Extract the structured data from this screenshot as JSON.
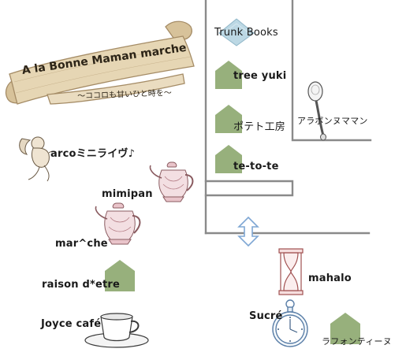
{
  "banner": {
    "title": "A la Bonne Maman marche",
    "subtitle": "〜ココロも甘いひと時を〜"
  },
  "shops": {
    "trunk_books": "Trunk Books",
    "tree_yuki": "tree yuki",
    "potete_kobo": "ポテト工房",
    "te_to_te": "te-to-te",
    "arabon": "アラボンヌママン",
    "arco": "arcoミニライヴ♪",
    "mimipan": "mimipan",
    "marche": "mar^che",
    "raison": "raison d*etre",
    "joyce": "Joyce café",
    "mahalo": "mahalo",
    "sucre": "Sucré",
    "lafontine": "ラフォンティーヌ"
  },
  "icons": {
    "green_tent": "house-icon",
    "blue_tent": "house-icon",
    "teapot": "teapot-icon",
    "cherub": "cherub-icon",
    "spoon": "spoon-icon",
    "hourglass": "hourglass-icon",
    "pocket_watch": "pocket-watch-icon",
    "coffee_cup": "coffee-cup-icon",
    "arrow": "double-arrow-icon"
  },
  "colors": {
    "tent_green": "#97b07c",
    "tent_blue": "#bcd8e4",
    "wall": "#8a8a8a",
    "teapot_pink": "#d9a0a8",
    "banner": "#ddc9a3",
    "arrow_blue": "#7fa7d4"
  }
}
